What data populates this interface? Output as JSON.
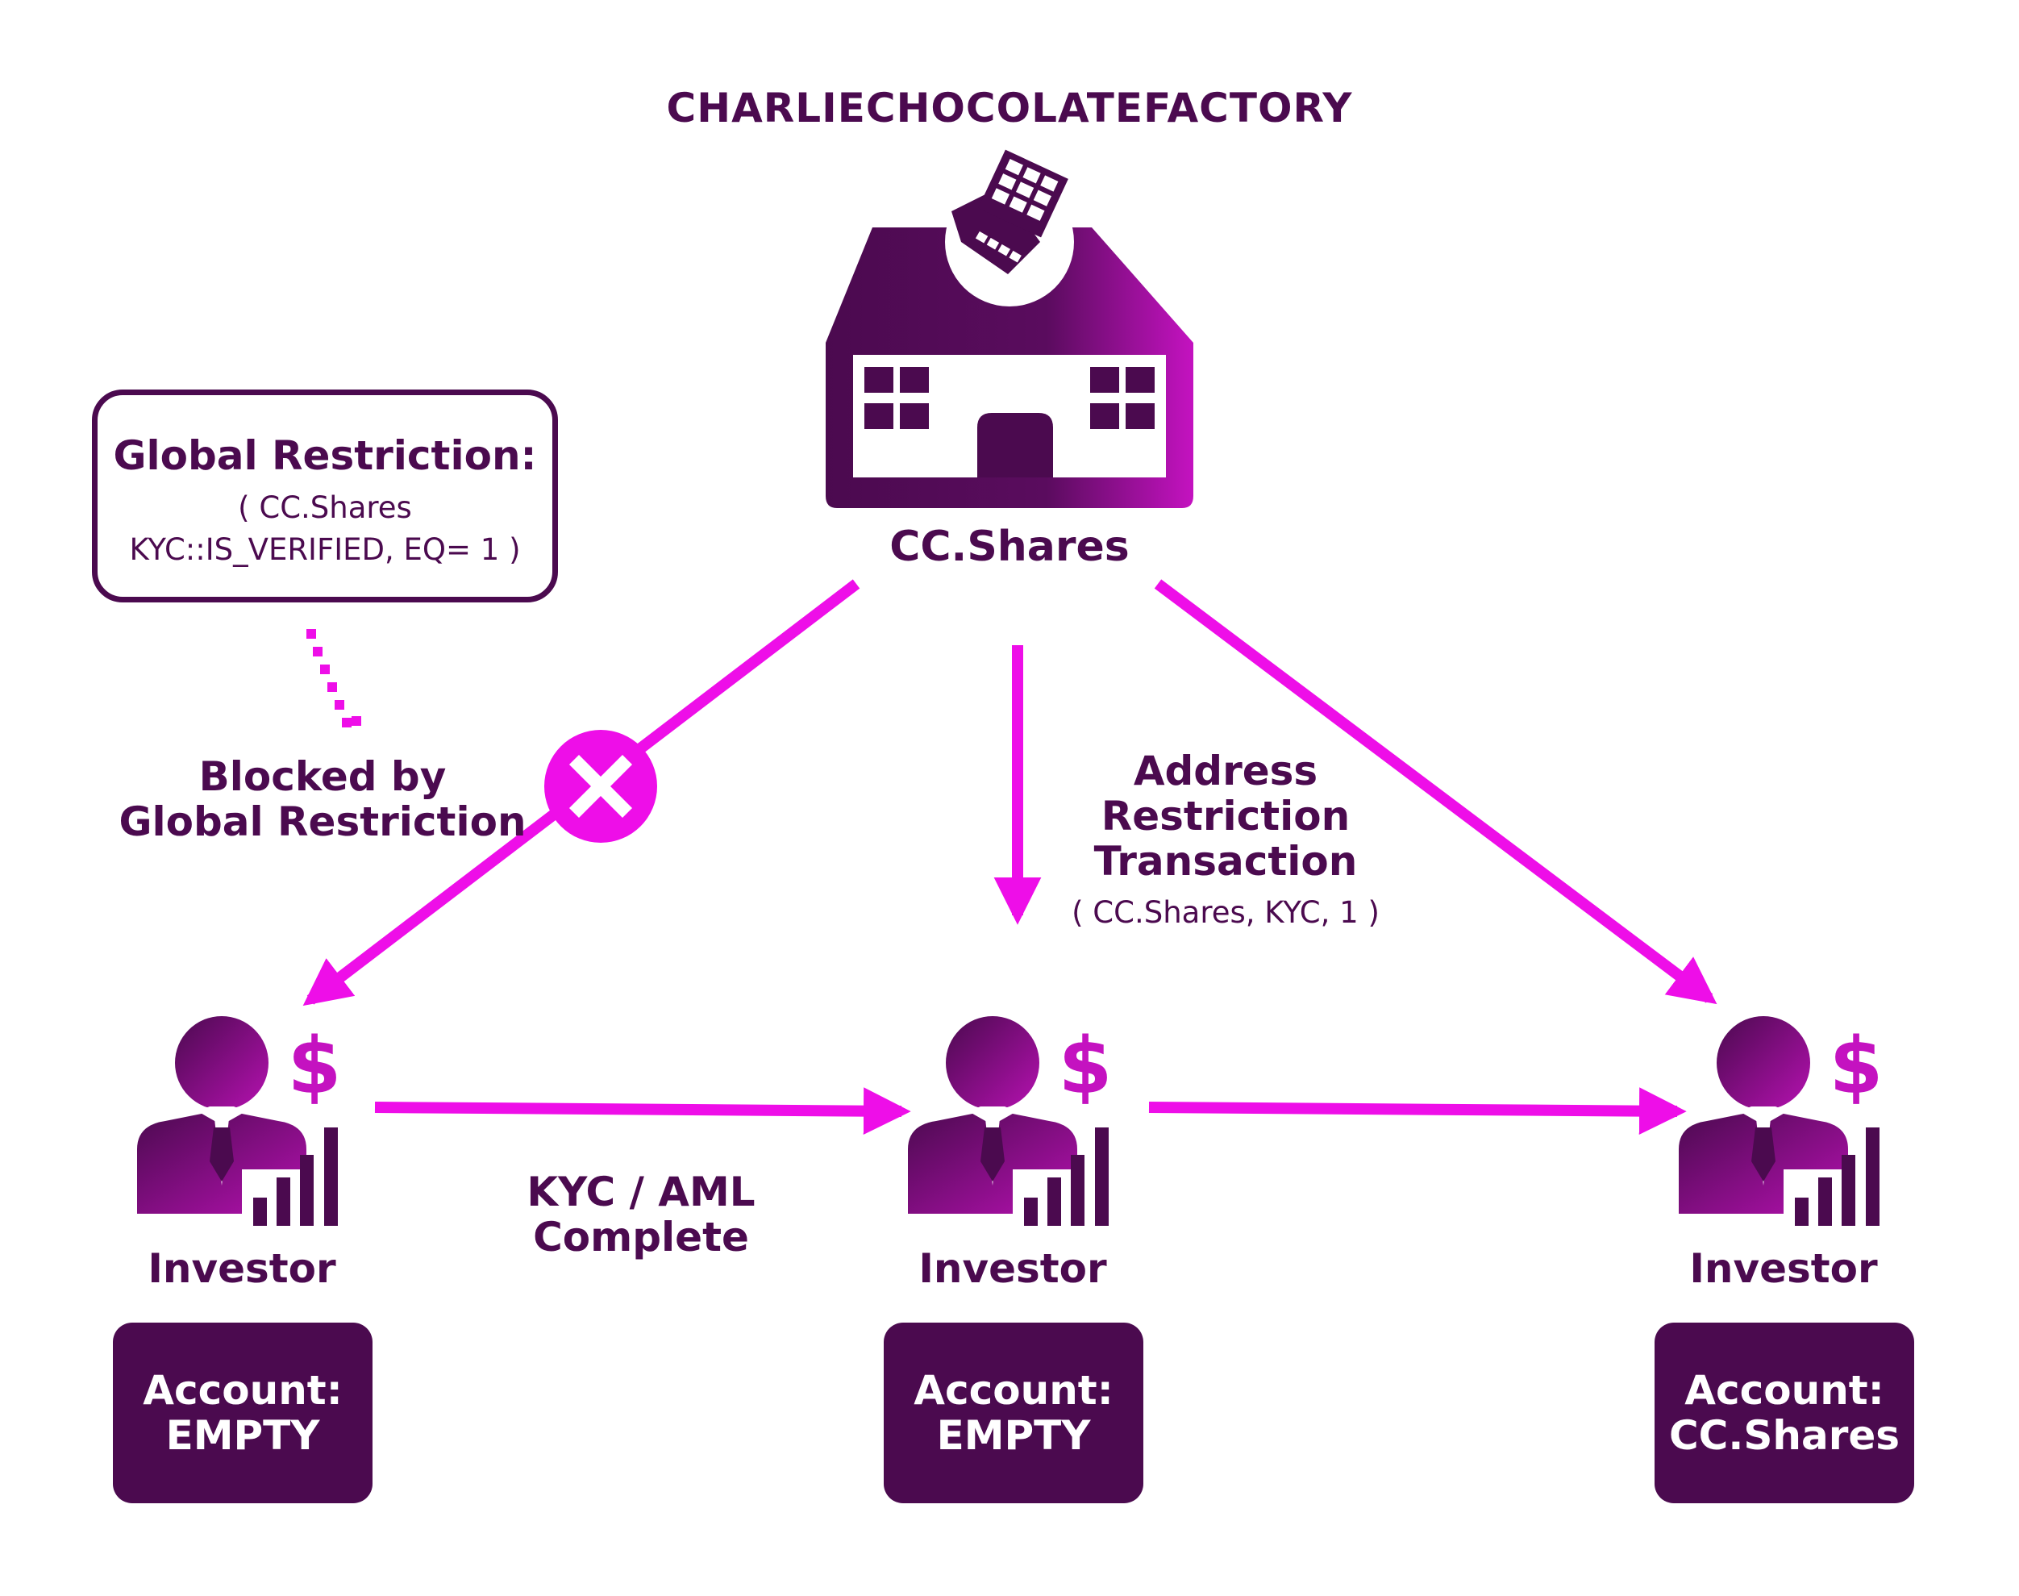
{
  "diagram": {
    "title": "CHARLIECHOCOLATEFACTORY",
    "token_label": "CC.Shares",
    "global_restriction": {
      "title": "Global Restriction:",
      "line1": "( CC.Shares",
      "line2": "KYC::IS_VERIFIED, EQ= 1 )"
    },
    "blocked_label": {
      "line1": "Blocked by",
      "line2": "Global Restriction"
    },
    "address_restriction": {
      "line1": "Address",
      "line2": "Restriction",
      "line3": "Transaction",
      "params": "( CC.Shares, KYC, 1 )"
    },
    "kyc_label": {
      "line1": "KYC / AML",
      "line2": "Complete"
    },
    "investors": [
      {
        "label": "Investor",
        "account_title": "Account:",
        "account_value": "EMPTY"
      },
      {
        "label": "Investor",
        "account_title": "Account:",
        "account_value": "EMPTY"
      },
      {
        "label": "Investor",
        "account_title": "Account:",
        "account_value": "CC.Shares"
      }
    ],
    "icons": [
      "factory-icon",
      "chocolate-bar-icon",
      "investor-icon",
      "dollar-icon",
      "growth-chart-icon",
      "blocked-x-icon"
    ],
    "colors": {
      "primary": "#4b0a4f",
      "accent": "#ee0ee8",
      "white": "#ffffff"
    }
  }
}
